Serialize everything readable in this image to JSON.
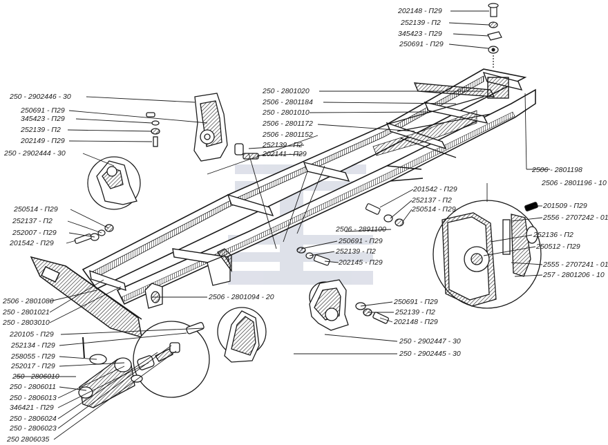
{
  "colors": {
    "ink": "#1a1a1a",
    "paper": "#ffffff",
    "watermark": "#b8bdd0"
  },
  "labels": {
    "l202148_p29_top": "202148 - П29",
    "l252139_p2_top": "252139 - П2",
    "l345423_p29_top": "345423 - П29",
    "l250691_p29_top": "250691 - П29",
    "l250_2902446_30": "250 - 2902446 - 30",
    "l250691_p29_left": "250691 - П29",
    "l345423_p29_left": "345423 - П29",
    "l252139_p2_left": "252139 - П2",
    "l202149_p29": "202149 - П29",
    "l250_2902444_30": "250 - 2902444 - 30",
    "l250_2801020": "250 - 2801020",
    "l2506_2801184": "2506 - 2801184",
    "l250_2801010": "250 - 2801010",
    "l2506_2801172": "2506 - 2801172",
    "l2506_2801152": "2506 - 2801152",
    "l252139_p2_mid": "252139 - П2",
    "l202141_p29": "202141 - П29",
    "l2506_2801198": "2506 - 2801198",
    "l2506_2801196_10": "2506 - 2801196 - 10",
    "l201542_p29_r": "201542 - П29",
    "l252137_p2_r": "252137 - П2",
    "l250514_p29_r": "250514 - П29",
    "l201509_p29": "201509 - П29",
    "l2556_2707242_01": "2556 - 2707242 - 01",
    "l252136_p2": "252136 - П2",
    "l250512_p29": "250512 - П29",
    "l2555_2707241_01": "2555 - 2707241 - 01",
    "l257_2801206_10": "257 - 2801206 - 10",
    "l250514_p29_l": "250514 - П29",
    "l252137_p2_l": "252137 - П2",
    "l252007_p29": "252007 - П29",
    "l201542_p29_l": "201542 - П29",
    "l2506_2891100": "2506 - 2891100",
    "l250691_p29_mid": "250691 - П29",
    "l252139_p2_mid2": "252139 - П2",
    "l202145_p29": "202145 - П29",
    "l2506_2801094_20": "2506 - 2801094 - 20",
    "l250691_p29_low": "250691 - П29",
    "l252139_p2_low": "252139 - П2",
    "l202148_p29_low": "202148 - П29",
    "l250_2902447_30": "250 - 2902447 - 30",
    "l250_2902445_30": "250 - 2902445 - 30",
    "l2506_2801080": "2506 - 2801080",
    "l250_2801021": "250 - 2801021",
    "l250_2803010": "250 - 2803010",
    "l220105_p29": "220105 - П29",
    "l252134_p29": "252134 - П29",
    "l258055_p29": "258055 - П29",
    "l252017_p29": "252017 - П29",
    "l250_2806010": "250 - 2806010",
    "l250_2806011": "250 - 2806011",
    "l250_2806013": "250 - 2806013",
    "l346421_p29": "346421 - П29",
    "l250_2806024": "250 - 2806024",
    "l250_2806023": "250 - 2806023",
    "l250_2806035": "250 2806035"
  }
}
